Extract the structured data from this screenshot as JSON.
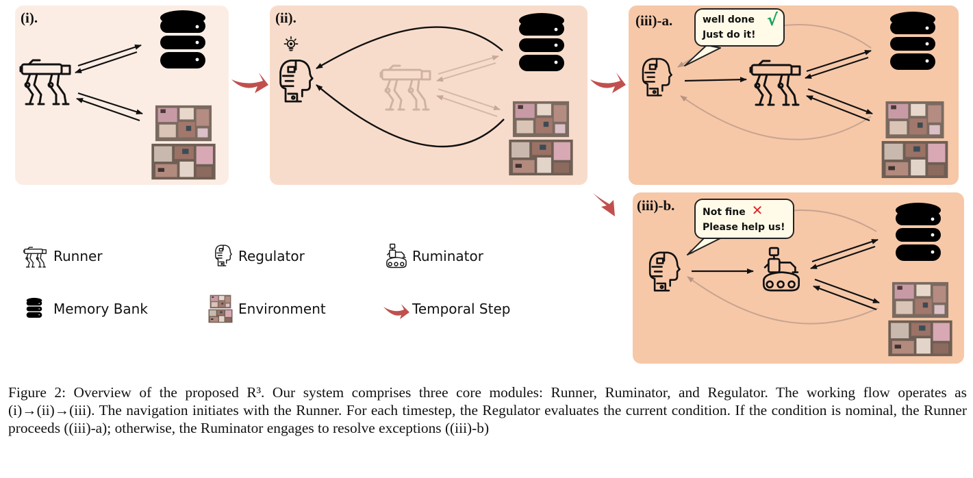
{
  "panels": {
    "p1": {
      "title": "(i)."
    },
    "p2": {
      "title": "(ii)."
    },
    "p3a": {
      "title": "(iii)-a.",
      "bubble_line1": "well done",
      "bubble_line2": "Just do it!",
      "mark": "√"
    },
    "p3b": {
      "title": "(iii)-b.",
      "bubble_line1": "Not fine",
      "bubble_line2": "Please help us!",
      "mark": "✕"
    }
  },
  "legend": {
    "runner": "Runner",
    "regulator": "Regulator",
    "ruminator": "Ruminator",
    "memory_bank": "Memory Bank",
    "environment": "Environment",
    "temporal_step": "Temporal Step"
  },
  "caption": {
    "text": "Figure 2: Overview of the proposed R³. Our system comprises three core modules: Runner, Ruminator, and Regulator. The working flow operates as (i)→(ii)→(iii). The navigation initiates with the Runner. For each timestep, the Regulator evaluates the current condition. If the condition is nominal, the Runner proceeds ((iii)-a); otherwise, the Ruminator engages to resolve exceptions ((iii)-b)"
  },
  "colors": {
    "panel_i": "#fcede4",
    "panel_ii": "#f8dccb",
    "panel_iii": "#f6c8a8",
    "temporal_arrow": "#c0504d",
    "check": "#19a05a",
    "cross": "#e0262a"
  },
  "icons": [
    "runner-robot-dog-icon",
    "regulator-head-icon",
    "ruminator-robot-icon",
    "memory-bank-database-icon",
    "environment-map-icon",
    "temporal-step-arrow-icon",
    "idea-bulb-icon"
  ]
}
